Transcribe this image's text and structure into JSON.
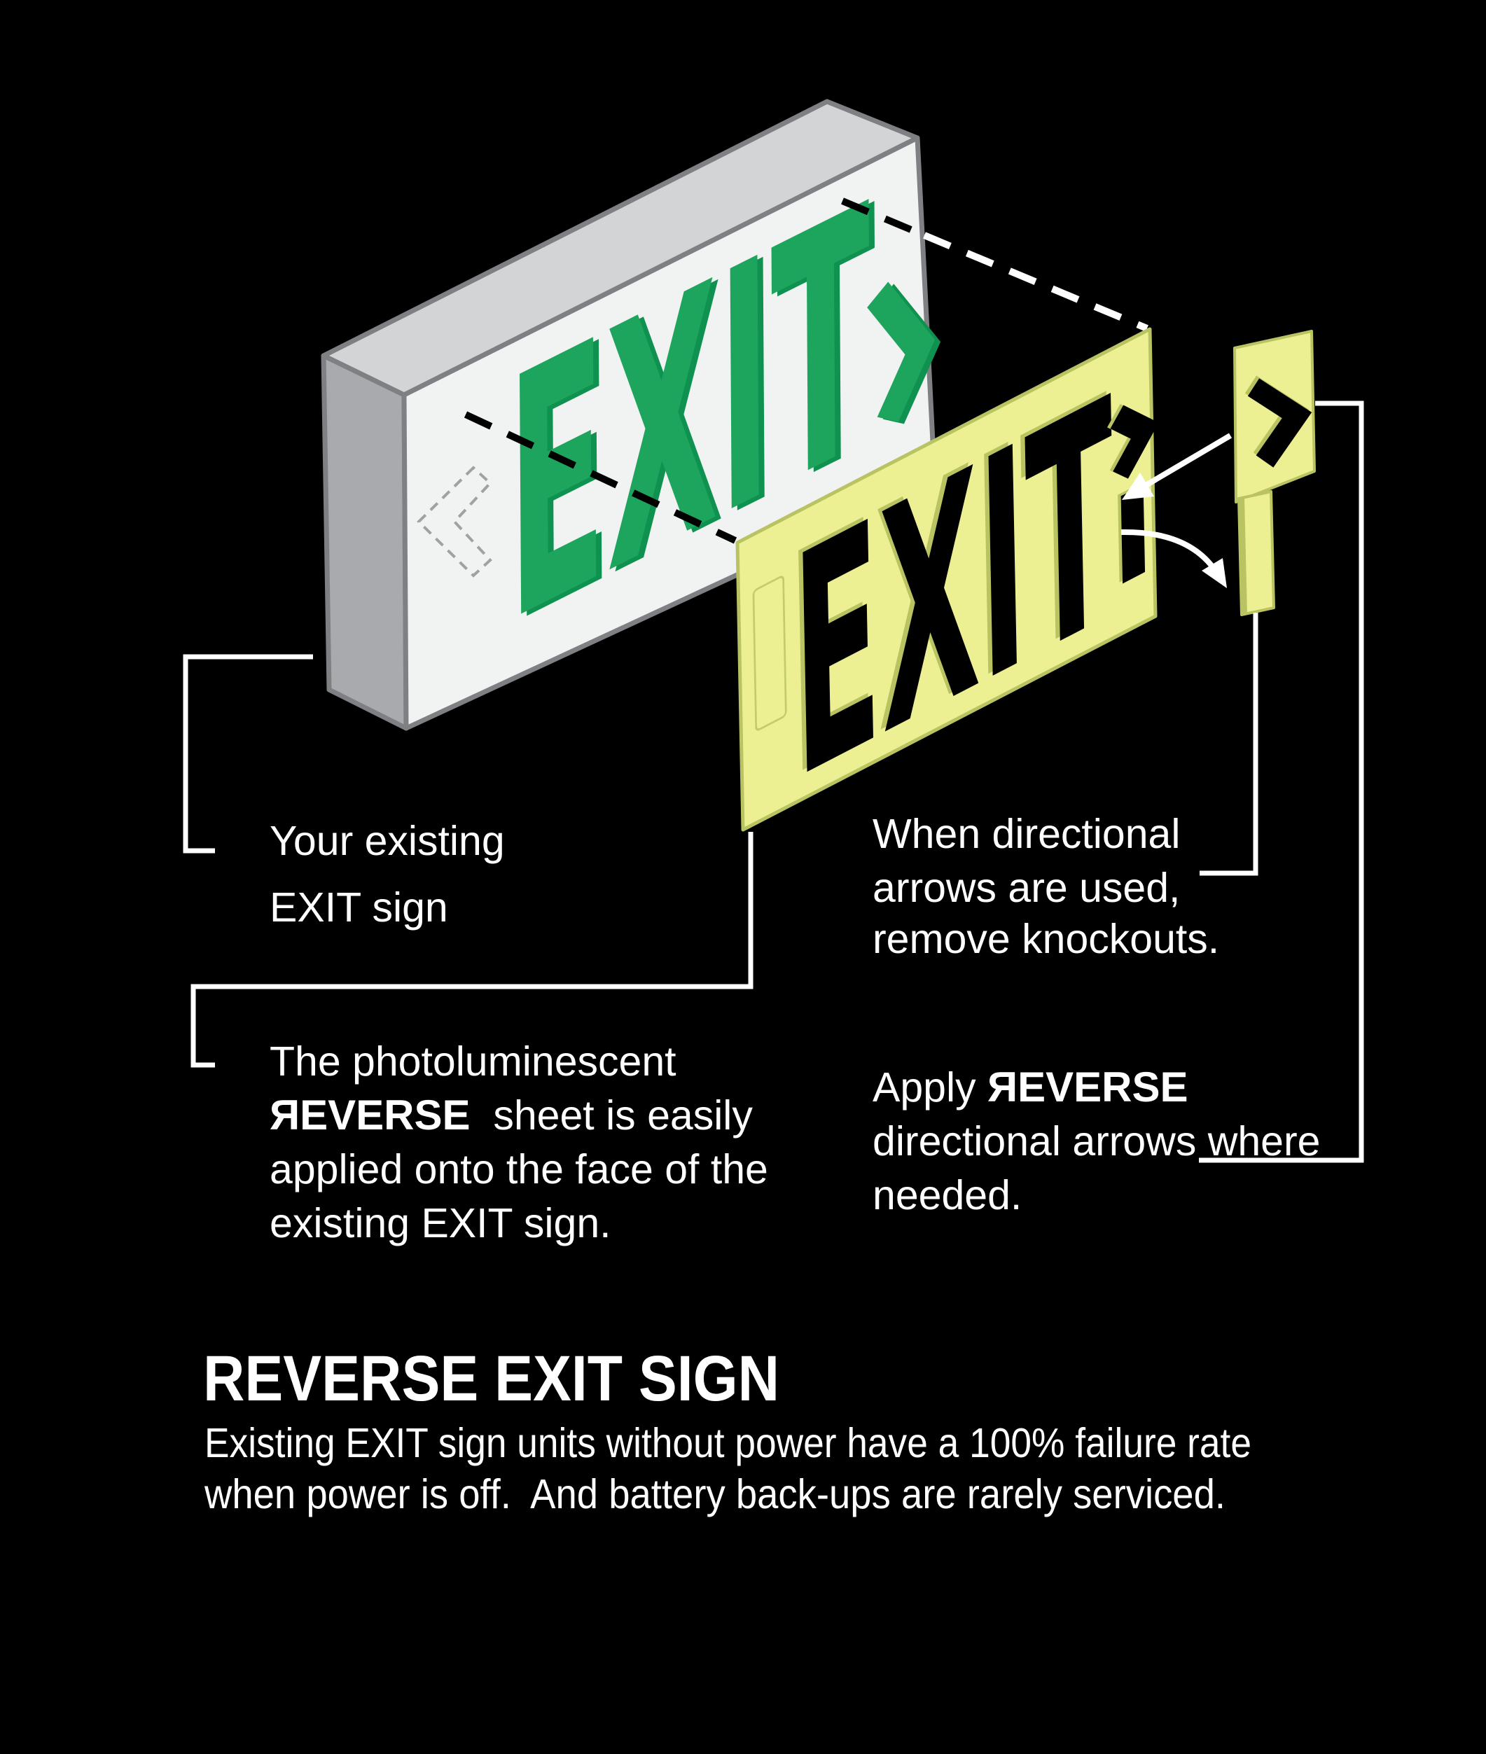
{
  "diagram": {
    "sign_box": {
      "face_text": "EXIT"
    },
    "sheet": {
      "face_text": "EXIT"
    }
  },
  "callouts": {
    "existing_sign": {
      "line1": "Your existing",
      "line2": "EXIT sign"
    },
    "sheet_apply": {
      "line1": "The photoluminescent",
      "brand": "ЯEVERSE",
      "line2_rest": "  sheet is easily",
      "line3": "applied onto the face of the",
      "line4": "existing EXIT sign."
    },
    "knockouts_note": {
      "line1": "When directional",
      "line2": "arrows are used,",
      "line3": "remove knockouts."
    },
    "apply_arrows": {
      "line1_pre": "Apply ",
      "brand": "ЯEVERSE",
      "line2": "directional arrows where",
      "line3": "needed."
    }
  },
  "footer": {
    "heading": "REVERSE EXIT SIGN",
    "body_line1": "Existing EXIT sign units without power have a 100% failure rate",
    "body_line2": "when power is off.  And battery back-ups are rarely serviced."
  },
  "colors": {
    "background": "#000000",
    "sign_face": "#f1f2f2",
    "sign_top": "#d2d4d6",
    "sign_side": "#a8aaad",
    "sign_edge": "#7e8083",
    "exit_green": "#1ea55d",
    "exit_green_shadow": "#0f9150",
    "sheet_yellow": "#edf092",
    "sheet_edge_olive": "#b9c362",
    "knockout_black": "#000000",
    "text_white": "#ffffff"
  }
}
